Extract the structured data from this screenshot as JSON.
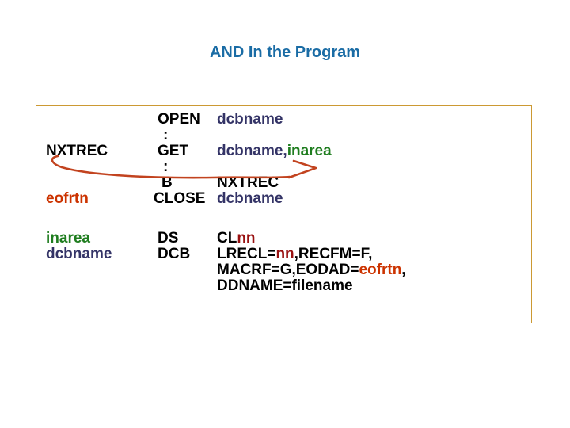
{
  "title": "AND In the Program",
  "colors": {
    "title_blue": "#1a6ca5",
    "black": "#000000",
    "navy": "#333366",
    "green": "#1f7d1f",
    "orange_red": "#cc3300",
    "dark_red": "#991111",
    "border_gold": "#cc9933",
    "arrow_red": "#c2431f"
  },
  "code_box": {
    "rows": [
      {
        "kind": "stmt",
        "opcode": "OPEN",
        "operand": [
          {
            "text": "dcbname",
            "color": "navy"
          }
        ]
      },
      {
        "kind": "colon",
        "opcode": ":"
      },
      {
        "kind": "stmt",
        "label": {
          "text": "NXTREC",
          "color": "black"
        },
        "opcode": "GET",
        "operand": [
          {
            "text": "dcbname,",
            "color": "navy"
          },
          {
            "text": "inarea",
            "color": "green"
          }
        ]
      },
      {
        "kind": "colon",
        "opcode": ":"
      },
      {
        "kind": "stmt",
        "opcode": "B",
        "operand": [
          {
            "text": "NXTREC",
            "color": "black"
          }
        ]
      },
      {
        "kind": "stmt",
        "label": {
          "text": "eofrtn",
          "color": "orange_red"
        },
        "opcode": "CLOSE",
        "operand": [
          {
            "text": "dcbname",
            "color": "navy"
          }
        ]
      },
      {
        "kind": "spacer"
      },
      {
        "kind": "stmt",
        "label": {
          "text": "inarea",
          "color": "green"
        },
        "opcode": "DS",
        "operand": [
          {
            "text": "CL",
            "color": "black"
          },
          {
            "text": "nn",
            "color": "dark_red"
          }
        ]
      },
      {
        "kind": "stmt",
        "label": {
          "text": "dcbname",
          "color": "navy"
        },
        "opcode": "DCB",
        "operand": [
          {
            "text": "LRECL=",
            "color": "black"
          },
          {
            "text": "nn",
            "color": "dark_red"
          },
          {
            "text": ",RECFM=F,",
            "color": "black"
          }
        ]
      },
      {
        "kind": "cont",
        "operand": [
          {
            "text": "MACRF=G,EODAD=",
            "color": "black"
          },
          {
            "text": "eofrtn",
            "color": "orange_red"
          },
          {
            "text": ",",
            "color": "black"
          }
        ]
      },
      {
        "kind": "cont",
        "operand": [
          {
            "text": "DDNAME=filename",
            "color": "black"
          }
        ]
      }
    ]
  }
}
